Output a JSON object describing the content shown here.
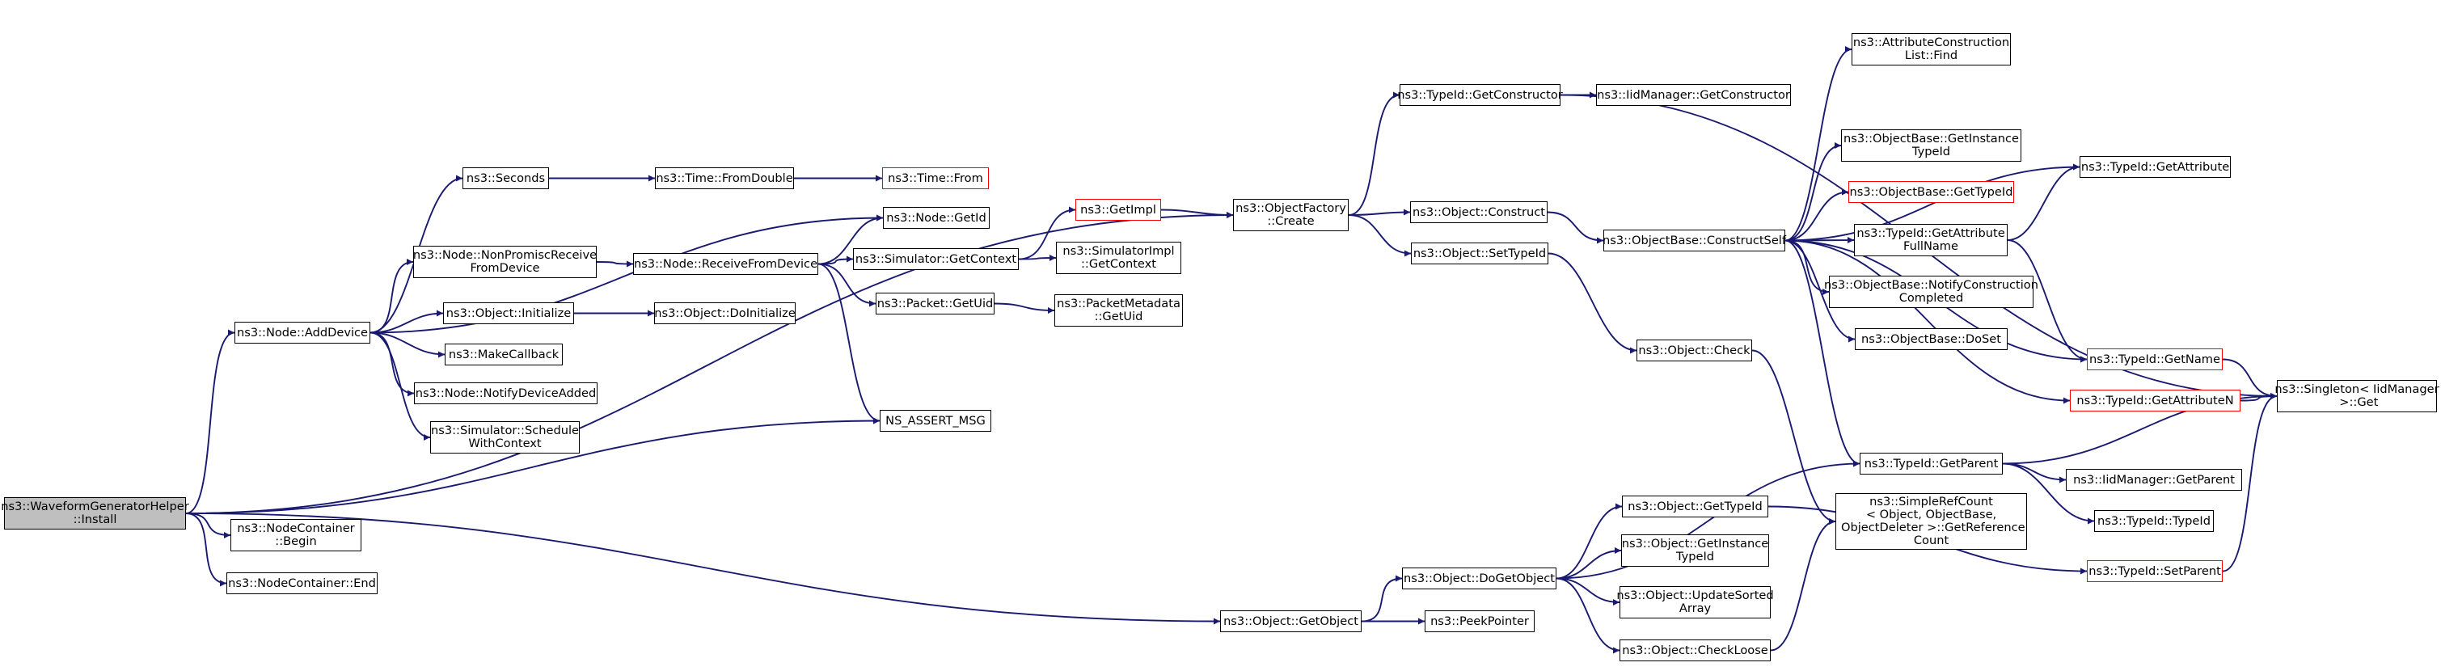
{
  "colors": {
    "edge": "#191970",
    "border": "#000000",
    "truncated_border": "#ff0000",
    "root_fill": "#bfbfbf"
  },
  "nodes": [
    {
      "id": "root",
      "label": "ns3::WaveformGeneratorHelper\n::Install",
      "style": "root"
    },
    {
      "id": "addDevice",
      "label": "ns3::Node::AddDevice",
      "style": "normal"
    },
    {
      "id": "ncBegin",
      "label": "ns3::NodeContainer\n::Begin",
      "style": "normal"
    },
    {
      "id": "ncEnd",
      "label": "ns3::NodeContainer::End",
      "style": "normal"
    },
    {
      "id": "seconds",
      "label": "ns3::Seconds",
      "style": "normal"
    },
    {
      "id": "nonPromisc",
      "label": "ns3::Node::NonPromiscReceive\nFromDevice",
      "style": "normal"
    },
    {
      "id": "objInit",
      "label": "ns3::Object::Initialize",
      "style": "normal"
    },
    {
      "id": "makeCb",
      "label": "ns3::MakeCallback",
      "style": "normal"
    },
    {
      "id": "notifyDev",
      "label": "ns3::Node::NotifyDeviceAdded",
      "style": "normal"
    },
    {
      "id": "simSched",
      "label": "ns3::Simulator::Schedule\nWithContext",
      "style": "normal"
    },
    {
      "id": "timeFromDouble",
      "label": "ns3::Time::FromDouble",
      "style": "normal"
    },
    {
      "id": "recvFromDev",
      "label": "ns3::Node::ReceiveFromDevice",
      "style": "normal"
    },
    {
      "id": "doInit",
      "label": "ns3::Object::DoInitialize",
      "style": "normal"
    },
    {
      "id": "timeFrom",
      "label": "ns3::Time::From",
      "style": "truncated"
    },
    {
      "id": "nodeGetId",
      "label": "ns3::Node::GetId",
      "style": "normal"
    },
    {
      "id": "simGetCtx",
      "label": "ns3::Simulator::GetContext",
      "style": "normal"
    },
    {
      "id": "pktGetUid",
      "label": "ns3::Packet::GetUid",
      "style": "normal"
    },
    {
      "id": "nsAssert",
      "label": "NS_ASSERT_MSG",
      "style": "normal"
    },
    {
      "id": "getImpl",
      "label": "ns3::GetImpl",
      "style": "truncated"
    },
    {
      "id": "simImplGetCtx",
      "label": "ns3::SimulatorImpl\n::GetContext",
      "style": "normal"
    },
    {
      "id": "pktMetaGetUid",
      "label": "ns3::PacketMetadata\n::GetUid",
      "style": "normal"
    },
    {
      "id": "objFactCreate",
      "label": "ns3::ObjectFactory\n::Create",
      "style": "normal"
    },
    {
      "id": "getObject",
      "label": "ns3::Object::GetObject",
      "style": "normal"
    },
    {
      "id": "typeIdGetCtor",
      "label": "ns3::TypeId::GetConstructor",
      "style": "normal"
    },
    {
      "id": "objConstruct",
      "label": "ns3::Object::Construct",
      "style": "normal"
    },
    {
      "id": "objSetTypeId",
      "label": "ns3::Object::SetTypeId",
      "style": "normal"
    },
    {
      "id": "doGetObject",
      "label": "ns3::Object::DoGetObject",
      "style": "normal"
    },
    {
      "id": "peekPointer",
      "label": "ns3::PeekPointer",
      "style": "normal"
    },
    {
      "id": "iidGetCtor",
      "label": "ns3::IidManager::GetConstructor",
      "style": "normal"
    },
    {
      "id": "objBaseConstructSelf",
      "label": "ns3::ObjectBase::ConstructSelf",
      "style": "normal"
    },
    {
      "id": "objCheck",
      "label": "ns3::Object::Check",
      "style": "normal"
    },
    {
      "id": "objGetTypeId",
      "label": "ns3::Object::GetTypeId",
      "style": "normal"
    },
    {
      "id": "objGetInstTypeId",
      "label": "ns3::Object::GetInstance\nTypeId",
      "style": "normal"
    },
    {
      "id": "objUpdateSorted",
      "label": "ns3::Object::UpdateSorted\nArray",
      "style": "normal"
    },
    {
      "id": "objCheckLoose",
      "label": "ns3::Object::CheckLoose",
      "style": "normal"
    },
    {
      "id": "attrConstructFind",
      "label": "ns3::AttributeConstruction\nList::Find",
      "style": "normal"
    },
    {
      "id": "objBaseGetInstTypeId",
      "label": "ns3::ObjectBase::GetInstance\nTypeId",
      "style": "normal"
    },
    {
      "id": "objBaseGetTypeId",
      "label": "ns3::ObjectBase::GetTypeId",
      "style": "truncated"
    },
    {
      "id": "typeIdGetAttrFullName",
      "label": "ns3::TypeId::GetAttribute\nFullName",
      "style": "normal"
    },
    {
      "id": "objBaseNotify",
      "label": "ns3::ObjectBase::NotifyConstruction\nCompleted",
      "style": "normal"
    },
    {
      "id": "objBaseDoSet",
      "label": "ns3::ObjectBase::DoSet",
      "style": "normal"
    },
    {
      "id": "typeIdGetParent",
      "label": "ns3::TypeId::GetParent",
      "style": "normal"
    },
    {
      "id": "simpleRefCount",
      "label": "ns3::SimpleRefCount\n< Object, ObjectBase,\n ObjectDeleter >::GetReference\nCount",
      "style": "normal"
    },
    {
      "id": "typeIdSetParent",
      "label": "ns3::TypeId::SetParent",
      "style": "truncated"
    },
    {
      "id": "typeIdGetAttr",
      "label": "ns3::TypeId::GetAttribute",
      "style": "normal"
    },
    {
      "id": "typeIdGetName",
      "label": "ns3::TypeId::GetName",
      "style": "truncated"
    },
    {
      "id": "typeIdGetAttrN",
      "label": "ns3::TypeId::GetAttributeN",
      "style": "truncated"
    },
    {
      "id": "iidGetParent",
      "label": "ns3::IidManager::GetParent",
      "style": "normal"
    },
    {
      "id": "typeIdTypeId",
      "label": "ns3::TypeId::TypeId",
      "style": "normal"
    },
    {
      "id": "singletonGet",
      "label": "ns3::Singleton< IidManager\n >::Get",
      "style": "normal"
    }
  ],
  "edges": [
    [
      "root",
      "addDevice"
    ],
    [
      "root",
      "objFactCreate"
    ],
    [
      "root",
      "nsAssert"
    ],
    [
      "root",
      "ncBegin"
    ],
    [
      "root",
      "ncEnd"
    ],
    [
      "root",
      "getObject"
    ],
    [
      "addDevice",
      "seconds"
    ],
    [
      "addDevice",
      "nodeGetId"
    ],
    [
      "addDevice",
      "nonPromisc"
    ],
    [
      "addDevice",
      "objInit"
    ],
    [
      "addDevice",
      "makeCb"
    ],
    [
      "addDevice",
      "notifyDev"
    ],
    [
      "addDevice",
      "simSched"
    ],
    [
      "seconds",
      "timeFromDouble"
    ],
    [
      "timeFromDouble",
      "timeFrom"
    ],
    [
      "nonPromisc",
      "recvFromDev"
    ],
    [
      "recvFromDev",
      "nodeGetId"
    ],
    [
      "recvFromDev",
      "simGetCtx"
    ],
    [
      "recvFromDev",
      "pktGetUid"
    ],
    [
      "recvFromDev",
      "nsAssert"
    ],
    [
      "objInit",
      "doInit"
    ],
    [
      "simGetCtx",
      "getImpl"
    ],
    [
      "simGetCtx",
      "simImplGetCtx"
    ],
    [
      "pktGetUid",
      "pktMetaGetUid"
    ],
    [
      "getImpl",
      "objFactCreate"
    ],
    [
      "objFactCreate",
      "typeIdGetCtor"
    ],
    [
      "objFactCreate",
      "objConstruct"
    ],
    [
      "objFactCreate",
      "objSetTypeId"
    ],
    [
      "typeIdGetCtor",
      "iidGetCtor"
    ],
    [
      "typeIdGetCtor",
      "singletonGet"
    ],
    [
      "objConstruct",
      "objBaseConstructSelf"
    ],
    [
      "objSetTypeId",
      "objCheck"
    ],
    [
      "objCheck",
      "simpleRefCount"
    ],
    [
      "objBaseConstructSelf",
      "attrConstructFind"
    ],
    [
      "objBaseConstructSelf",
      "typeIdGetAttr"
    ],
    [
      "objBaseConstructSelf",
      "objBaseGetInstTypeId"
    ],
    [
      "objBaseConstructSelf",
      "objBaseGetTypeId"
    ],
    [
      "objBaseConstructSelf",
      "typeIdGetAttrFullName"
    ],
    [
      "objBaseConstructSelf",
      "objBaseNotify"
    ],
    [
      "objBaseConstructSelf",
      "objBaseDoSet"
    ],
    [
      "objBaseConstructSelf",
      "typeIdGetName"
    ],
    [
      "objBaseConstructSelf",
      "typeIdGetAttrN"
    ],
    [
      "objBaseConstructSelf",
      "typeIdGetParent"
    ],
    [
      "typeIdGetAttrFullName",
      "typeIdGetAttr"
    ],
    [
      "typeIdGetAttrFullName",
      "typeIdGetName"
    ],
    [
      "typeIdGetName",
      "singletonGet"
    ],
    [
      "typeIdGetAttrN",
      "singletonGet"
    ],
    [
      "typeIdGetParent",
      "singletonGet"
    ],
    [
      "typeIdGetParent",
      "iidGetParent"
    ],
    [
      "typeIdGetParent",
      "typeIdTypeId"
    ],
    [
      "typeIdSetParent",
      "singletonGet"
    ],
    [
      "getObject",
      "doGetObject"
    ],
    [
      "getObject",
      "peekPointer"
    ],
    [
      "doGetObject",
      "typeIdGetParent"
    ],
    [
      "doGetObject",
      "objGetTypeId"
    ],
    [
      "doGetObject",
      "objGetInstTypeId"
    ],
    [
      "doGetObject",
      "objUpdateSorted"
    ],
    [
      "doGetObject",
      "objCheckLoose"
    ],
    [
      "objGetTypeId",
      "typeIdSetParent"
    ],
    [
      "objCheckLoose",
      "simpleRefCount"
    ]
  ]
}
